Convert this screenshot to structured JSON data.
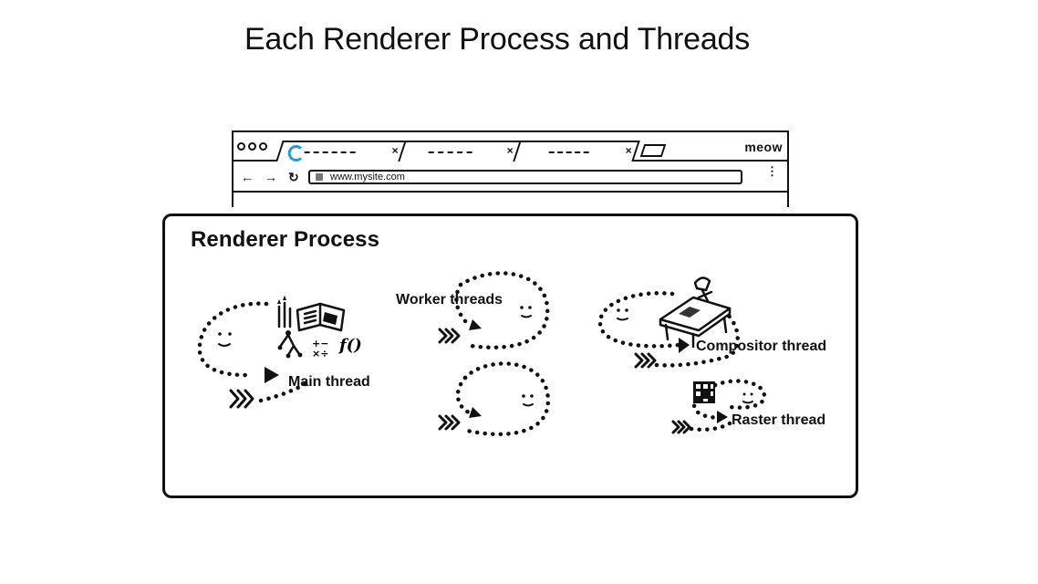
{
  "slide": {
    "title": "Each Renderer Process and Threads"
  },
  "browser": {
    "brand": "meow",
    "url": "www.mysite.com",
    "nav": {
      "back": "←",
      "forward": "→",
      "reload": "↻"
    },
    "tab_close": "×",
    "menu": "⋮"
  },
  "renderer": {
    "title": "Renderer Process",
    "threads": {
      "main": "Main thread",
      "worker": "Worker threads",
      "compositor": "Compositor thread",
      "raster": "Raster thread"
    },
    "glyphs": {
      "function": "f()",
      "math": "+−\n×÷"
    }
  },
  "colors": {
    "ink": "#111111",
    "spinner": "#2c9ad6",
    "background": "#ffffff"
  }
}
